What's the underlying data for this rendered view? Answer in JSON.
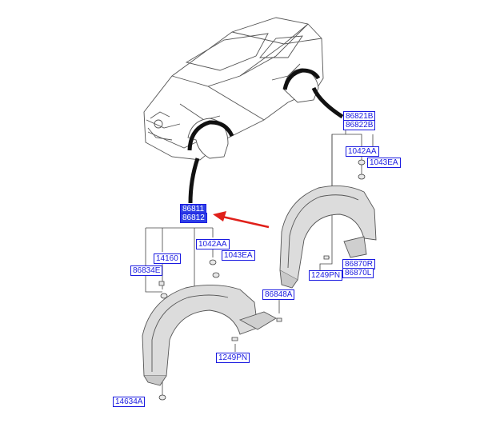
{
  "diagram": {
    "labels": {
      "l86821b": "86821B",
      "l86822b": "86822B",
      "l1042aa_r": "1042AA",
      "l1043ea_r": "1043EA",
      "l86811": "86811",
      "l86812": "86812",
      "l1042aa_l": "1042AA",
      "l14160": "14160",
      "l1043ea_l": "1043EA",
      "l86834e": "86834E",
      "l86848a": "86848A",
      "l86870r": "86870R",
      "l86870l": "86870L",
      "l1249pn_r": "1249PN",
      "l1249pn_l": "1249PN",
      "l14634a": "14634A"
    },
    "colors": {
      "label_text": "#1a1ae0",
      "highlight_fill": "#2f40e6",
      "arrow": "#e0201a"
    }
  }
}
